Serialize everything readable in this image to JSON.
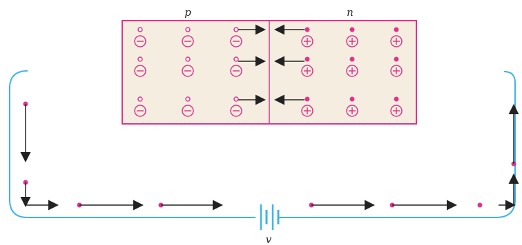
{
  "labels": {
    "p_region": "p",
    "n_region": "n",
    "battery": "v"
  },
  "colors": {
    "background": "#ffffff",
    "junction_fill": "#f5eee0",
    "junction_border": "#e0338a",
    "wire": "#3fb3e6",
    "hole_and_electron": "#e0338a",
    "arrow": "#222222",
    "ion_stroke": "#e0338a"
  },
  "icons": {
    "acceptor_ion": "minus-ion-icon",
    "donor_ion": "plus-ion-icon",
    "hole": "hole-icon",
    "electron": "electron-icon",
    "battery": "battery-icon"
  }
}
